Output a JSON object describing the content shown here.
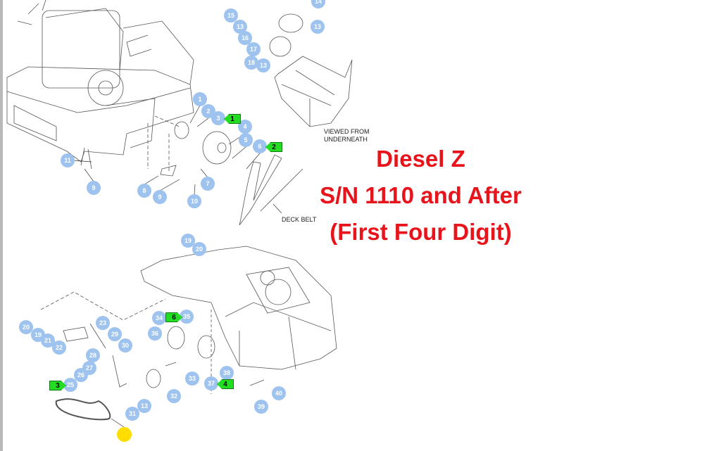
{
  "title": {
    "line1": "Diesel Z",
    "line2": "S/N 1110 and After",
    "line3": "(First Four Digit)"
  },
  "labels": {
    "viewed_from": "VIEWED FROM",
    "underneath": "UNDERNEATH",
    "deck_belt": "DECK BELT"
  },
  "callouts": [
    "1",
    "2",
    "3",
    "4",
    "5",
    "6",
    "7",
    "8",
    "9",
    "10",
    "11",
    "9",
    "15",
    "13",
    "16",
    "17",
    "18",
    "13",
    "14",
    "13",
    "19",
    "20",
    "20",
    "19",
    "21",
    "22",
    "23",
    "29",
    "30",
    "28",
    "27",
    "26",
    "25",
    "34",
    "35",
    "36",
    "32",
    "33",
    "37",
    "38",
    "40",
    "39",
    "31",
    "13"
  ],
  "tags": [
    "1",
    "2",
    "3",
    "6",
    "4"
  ],
  "colors": {
    "callout": "#9dc3ee",
    "tag": "#22dd22",
    "title": "#e8141c",
    "marker": "#ffdd00"
  }
}
